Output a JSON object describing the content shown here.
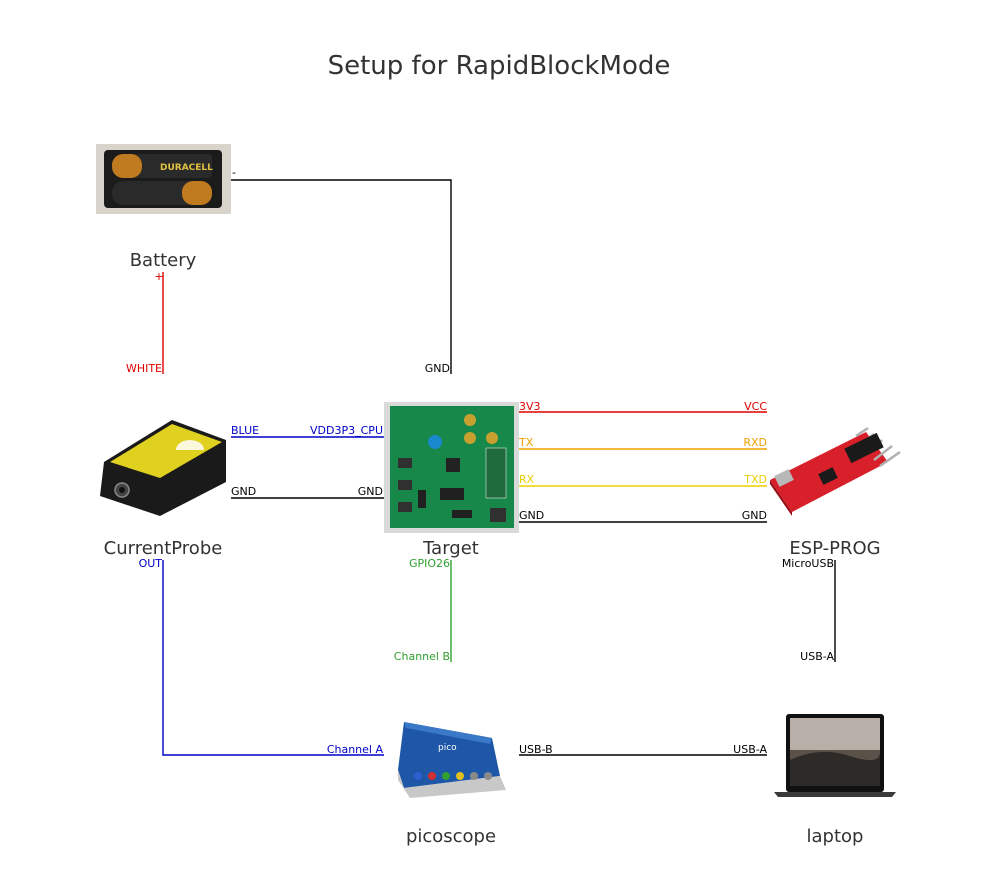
{
  "title": "Setup for RapidBlockMode",
  "colors": {
    "black": "#000000",
    "red": "#e00000",
    "blue": "#0000c8",
    "orange": "#f0a000",
    "yellow": "#e8d000",
    "green": "#30a030"
  },
  "components": {
    "battery": {
      "label": "Battery",
      "icon": "battery-pack-icon"
    },
    "currentprobe": {
      "label": "CurrentProbe",
      "icon": "current-probe-icon"
    },
    "target": {
      "label": "Target",
      "icon": "pcb-board-icon"
    },
    "espprog": {
      "label": "ESP-PROG",
      "icon": "usb-serial-adapter-icon"
    },
    "picoscope": {
      "label": "picoscope",
      "icon": "oscilloscope-icon"
    },
    "laptop": {
      "label": "laptop",
      "icon": "laptop-icon"
    }
  },
  "pins": {
    "battery_minus": "-",
    "battery_plus": "+",
    "target_gnd_top": "GND",
    "probe_white": "WHITE",
    "probe_blue": "BLUE",
    "target_vdd": "VDD3P3_CPU",
    "probe_gnd": "GND",
    "target_gnd_left": "GND",
    "target_3v3": "3V3",
    "esp_vcc": "VCC",
    "target_tx": "TX",
    "esp_rxd": "RXD",
    "target_rx": "RX",
    "esp_txd": "TXD",
    "target_gnd_right": "GND",
    "esp_gnd": "GND",
    "probe_out": "OUT",
    "target_gpio26": "GPIO26",
    "esp_microusb": "MicroUSB",
    "pico_channel_b": "Channel B",
    "laptop_usba_top": "USB-A",
    "pico_channel_a": "Channel A",
    "pico_usbb": "USB-B",
    "laptop_usba": "USB-A"
  }
}
